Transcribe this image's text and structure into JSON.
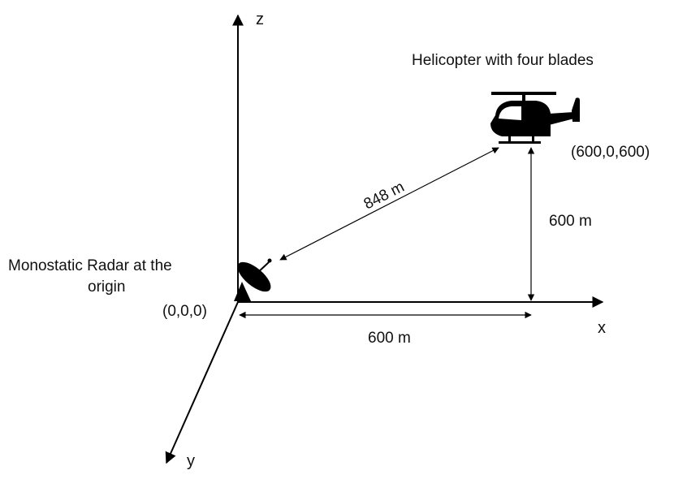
{
  "axes": {
    "x_label": "x",
    "y_label": "y",
    "z_label": "z"
  },
  "helicopter": {
    "title": "Helicopter with four blades",
    "coords": "(600,0,600)",
    "icon": "helicopter-icon"
  },
  "radar": {
    "label_line1": "Monostatic Radar at the",
    "label_line2": "origin",
    "coords": "(0,0,0)",
    "icon": "radar-dish-icon"
  },
  "dimensions": {
    "slant_range": "848 m",
    "height": "600 m",
    "ground_range": "600 m"
  },
  "colors": {
    "ink": "#000000"
  }
}
